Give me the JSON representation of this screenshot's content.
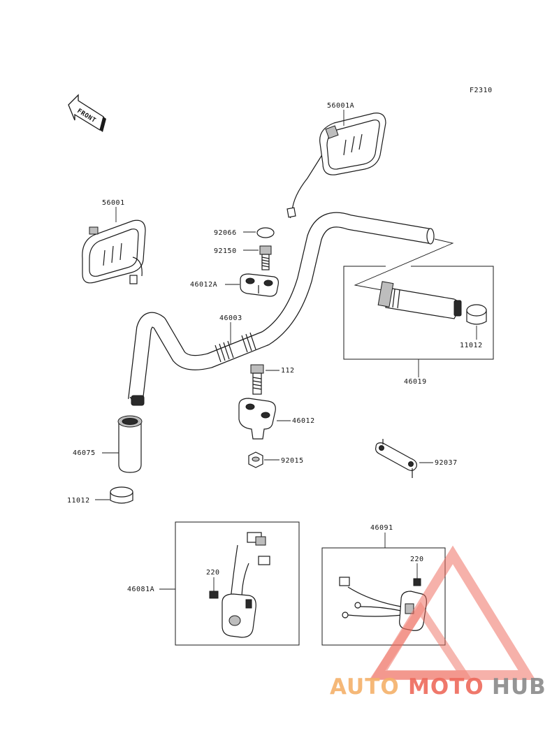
{
  "figure_code": "F2310",
  "front_arrow": "FRONT",
  "parts": {
    "mirror_right": "56001A",
    "mirror_left": "56001",
    "cap_92066": "92066",
    "bolt_92150": "92150",
    "holder_upper": "46012A",
    "handlebar": "46003",
    "bolt_112": "112",
    "holder_lower": "46012",
    "nut_92015": "92015",
    "grip_left": "46075",
    "weight_left": "11012",
    "throttle_assy": "46019",
    "weight_right": "11012",
    "bracket_92037": "92037",
    "switch_left": "46081A",
    "screw_left": "220",
    "switch_right": "46091",
    "screw_right": "220"
  },
  "watermark": {
    "part1": "AUTO",
    "part2": "MOTO",
    "part3": "HUB",
    "color_orange": "#f5b16a",
    "color_red": "#ee6a5c",
    "color_grey": "#8a8a8a"
  }
}
